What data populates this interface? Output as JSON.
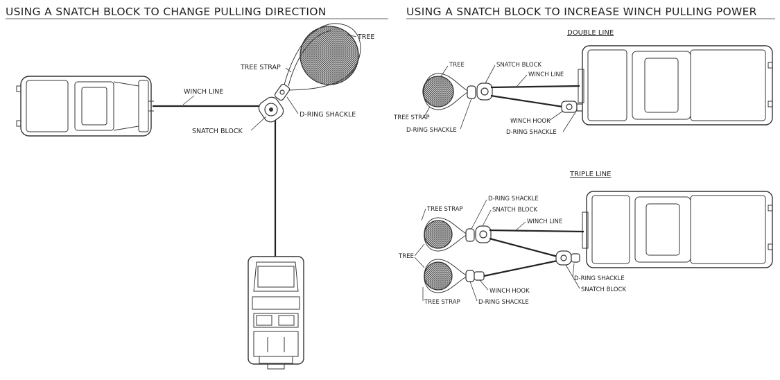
{
  "left": {
    "title": "USING A SNATCH BLOCK TO CHANGE PULLING DIRECTION",
    "labels": {
      "tree": "TREE",
      "tree_strap": "TREE STRAP",
      "winch_line": "WINCH LINE",
      "d_ring_shackle": "D-RING SHACKLE",
      "snatch_block": "SNATCH BLOCK"
    }
  },
  "right": {
    "title": "USING A SNATCH BLOCK TO INCREASE WINCH PULLING POWER",
    "double": {
      "subtitle": "DOUBLE LINE",
      "labels": {
        "tree": "TREE",
        "snatch_block": "SNATCH BLOCK",
        "winch_line": "WINCH LINE",
        "tree_strap": "TREE STRAP",
        "winch_hook": "WINCH HOOK",
        "d_ring_shackle_1": "D-RING SHACKLE",
        "d_ring_shackle_2": "D-RING SHACKLE"
      }
    },
    "triple": {
      "subtitle": "TRIPLE LINE",
      "labels": {
        "d_ring_shackle_top": "D-RING SHACKLE",
        "tree_strap_top": "TREE STRAP",
        "snatch_block_top": "SNATCH BLOCK",
        "winch_line": "WINCH LINE",
        "tree": "TREE",
        "d_ring_shackle_right": "D-RING SHACKLE",
        "winch_hook": "WINCH HOOK",
        "snatch_block_right": "SNATCH BLOCK",
        "tree_strap_bottom": "TREE STRAP",
        "d_ring_shackle_bottom": "D-RING SHACKLE"
      }
    }
  }
}
